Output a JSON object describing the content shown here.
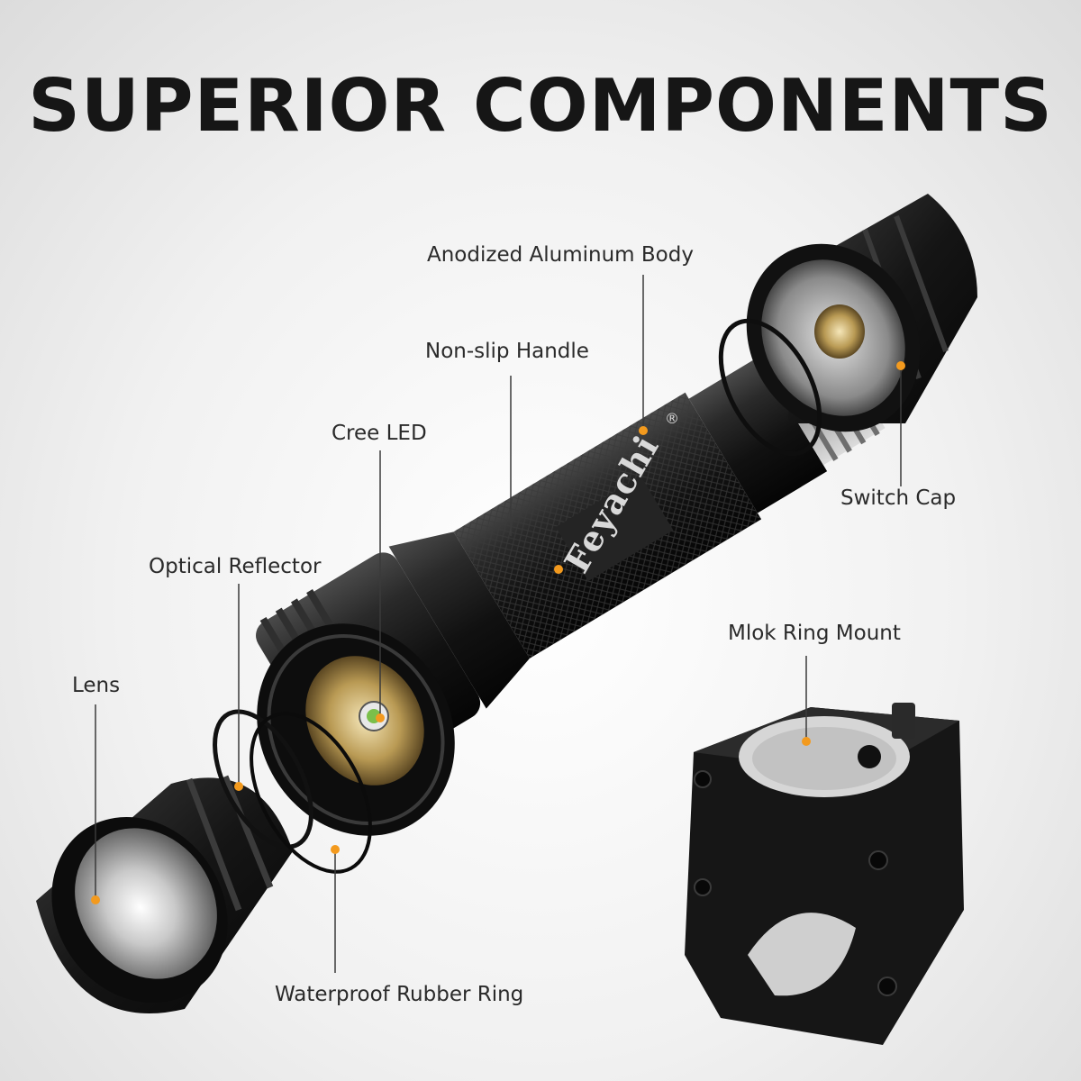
{
  "title": "SUPERIOR COMPONENTS",
  "brand": {
    "name": "Feyachi",
    "registered_mark": "®"
  },
  "callouts": {
    "anodized_body": "Anodized Aluminum Body",
    "non_slip_handle": "Non-slip Handle",
    "cree_led": "Cree LED",
    "switch_cap": "Switch Cap",
    "optical_reflector": "Optical Reflector",
    "mlok_mount": "Mlok Ring Mount",
    "lens": "Lens",
    "rubber_ring": "Waterproof Rubber Ring"
  },
  "colors": {
    "accent_dot": "#f39a1e",
    "metal_dark": "#1b1b1b",
    "title": "#161616"
  }
}
